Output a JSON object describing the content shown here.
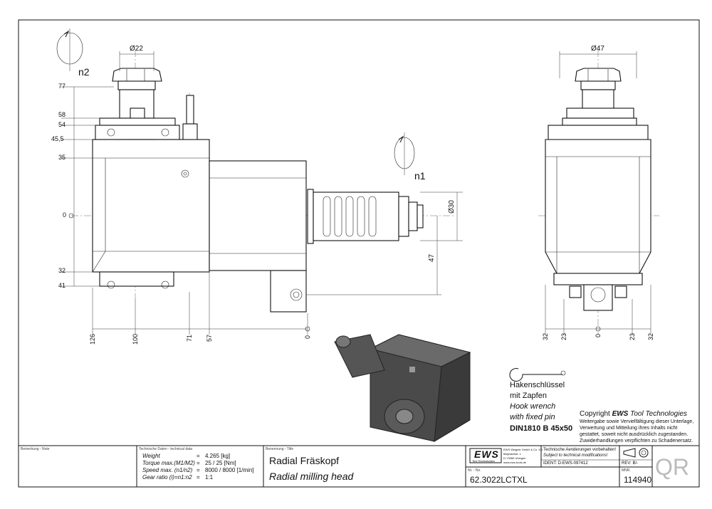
{
  "dims_left": {
    "v77": "77",
    "v58": "58",
    "v54": "54",
    "v455": "45,5",
    "v35": "35",
    "v0": "0",
    "v32": "32",
    "v41": "41",
    "d22": "Ø22",
    "n2": "n2",
    "n1": "n1",
    "d30": "Ø30",
    "v47": "47",
    "b126": "126",
    "b100": "100",
    "b71": "71",
    "b57": "57",
    "b0": "0"
  },
  "dims_right": {
    "d47": "Ø47",
    "b32a": "32",
    "b23a": "23",
    "b0": "0",
    "b23b": "23",
    "b32b": "32"
  },
  "wrench": {
    "de1": "Hakenschlüssel",
    "de2": "mit Zapfen",
    "en1": "Hook wrench",
    "en2": "with fixed pin",
    "spec": "DIN1810 B 45x50"
  },
  "copyright": {
    "title_prefix": "Copyright ",
    "title_brand": "EWS",
    "title_suffix": " Tool Technologies",
    "l1": "Weitergabe sowie Vervielfältigung dieser Unterlage,",
    "l2": "Verwertung und Mitteilung ihres Inhalts nicht",
    "l3": "gestattet, soweit nicht ausdrücklich zugestanden.",
    "l4": "Zuwiderhandlungen verpflichten zu Schadenersatz."
  },
  "titleblock": {
    "note_label": "Bemerkung - Note",
    "tech_label": "Technische Daten - technical data",
    "tech_rows": [
      {
        "label": "Weight",
        "sep": "=",
        "value": "4.265 [kg]"
      },
      {
        "label": "Torque max.(M1/M2)",
        "sep": "=",
        "value": "25 / 25 [Nm]"
      },
      {
        "label": "Speed max. (n1/n2)",
        "sep": "=",
        "value": "8000 / 8000 [1/min]"
      },
      {
        "label": "Gear ratio  (i)=n1:n2",
        "sep": "=",
        "value": "1:1"
      }
    ],
    "name_label": "Benennung - Title",
    "name_de": "Radial Fräskopf",
    "name_en": "Radial milling head",
    "logo": "EWS",
    "logo_sub": "Tool Technologies",
    "company1": "EWS Weigele GmbH & Co. KG",
    "company2": "Maybachstr. 1",
    "company3": "D-73066 Uhingen",
    "company4": "www.ews-tools.de",
    "notice1": "Technische Aenderungen vorbehalten!",
    "notice2": "Subject to technical modifications!",
    "ident": "IDENT:  D-EWS-097412",
    "rev": "REV:  B/-",
    "nr_label": "Nr. - No.",
    "part_no": "62.3022LCTXL",
    "mnr_label": "MNR.",
    "mnr": "114940",
    "qr": "QR"
  }
}
